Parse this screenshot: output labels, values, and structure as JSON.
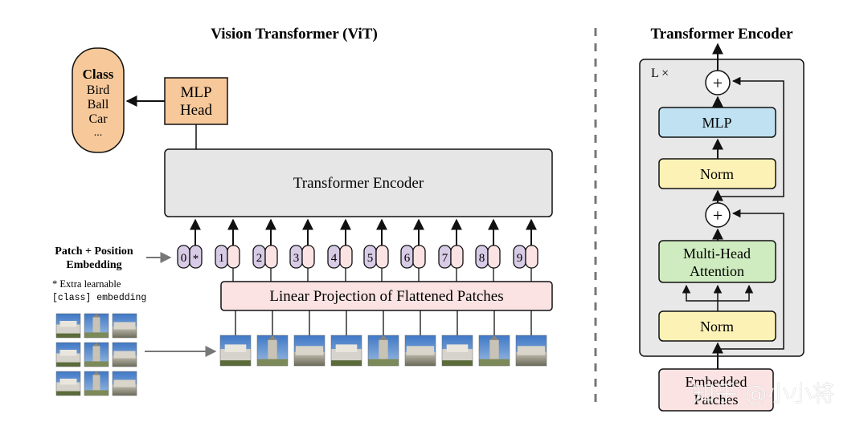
{
  "vit": {
    "title": "Vision Transformer (ViT)",
    "class_box": {
      "heading": "Class",
      "items": [
        "Bird",
        "Ball",
        "Car",
        "..."
      ]
    },
    "mlp_head": {
      "line1": "MLP",
      "line2": "Head"
    },
    "encoder_label": "Transformer Encoder",
    "embedding_label": {
      "line1": "Patch + Position",
      "line2": "Embedding"
    },
    "extra_note": {
      "line1": "* Extra learnable",
      "line2": "[class] embedding"
    },
    "tokens": [
      {
        "pos": "0",
        "kind": "class",
        "symbol": "*"
      },
      {
        "pos": "1",
        "kind": "patch"
      },
      {
        "pos": "2",
        "kind": "patch"
      },
      {
        "pos": "3",
        "kind": "patch"
      },
      {
        "pos": "4",
        "kind": "patch"
      },
      {
        "pos": "5",
        "kind": "patch"
      },
      {
        "pos": "6",
        "kind": "patch"
      },
      {
        "pos": "7",
        "kind": "patch"
      },
      {
        "pos": "8",
        "kind": "patch"
      },
      {
        "pos": "9",
        "kind": "patch"
      }
    ],
    "projection_label": "Linear Projection of Flattened Patches"
  },
  "encoder_detail": {
    "title": "Transformer Encoder",
    "repeat_label": "L ×",
    "plus_symbol": "+",
    "mlp": "MLP",
    "norm": "Norm",
    "mha": {
      "line1": "Multi-Head",
      "line2": "Attention"
    },
    "input": {
      "line1": "Embedded",
      "line2": "Patches"
    }
  },
  "watermark": "知乎 @小小将",
  "colors": {
    "orange_fill": "#f7c99a",
    "orange_stroke": "#7a5a3a",
    "gray_fill": "#e6e6e6",
    "pink_fill": "#fbe3e3",
    "purple_fill": "#d7cbe6",
    "blue_fill": "#bfe1f2",
    "yellow_fill": "#fdf2b6",
    "green_fill": "#cfecc0",
    "dash_gray": "#777777"
  }
}
